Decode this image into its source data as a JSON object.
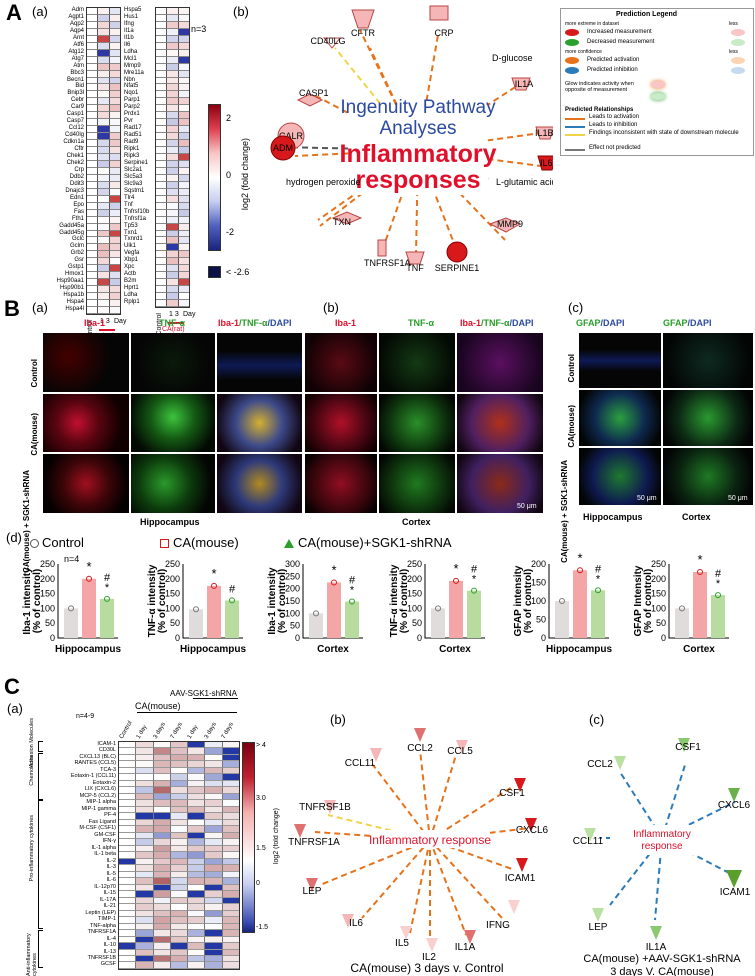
{
  "panelA": {
    "letter": "A",
    "sub_a": "(a)",
    "sub_b": "(b)",
    "n_label": "n=3",
    "genes_col1": [
      "Adm",
      "Agpt1",
      "Aqp2",
      "Aqp4",
      "Arnt",
      "Atf6",
      "Atg12",
      "Atg7",
      "Atm",
      "Bbc3",
      "Becn1",
      "Bid",
      "Bnip3l",
      "Cebr",
      "Car9",
      "Casp1",
      "Casp7",
      "Ccl12",
      "Cd40lg",
      "Cdkn1a",
      "Cftr",
      "Chek1",
      "Chek2",
      "Crp",
      "Ddb2",
      "Ddit3",
      "Dnajc3",
      "Edn1",
      "Epo",
      "Fas",
      "Fth1",
      "Gadd45a",
      "Gadd45g",
      "Gclc",
      "Gclm",
      "Grb2",
      "Gsr",
      "Gstp1",
      "Hmox1",
      "Hsp90aa1",
      "Hsp90b1",
      "Hspa1b",
      "Hspa4",
      "Hspa4l"
    ],
    "genes_col2": [
      "Hspa5",
      "Hus1",
      "Ifng",
      "Il1a",
      "Il1b",
      "Il6",
      "Ldha",
      "Mcl1",
      "Mmp9",
      "Mre11a",
      "Nbn",
      "Nfat5",
      "Nqo1",
      "Parp1",
      "Parp2",
      "Prdx1",
      "Pvr",
      "Rad17",
      "Rad51",
      "Rad9",
      "Ripk1",
      "Ripk3",
      "Serpine1",
      "Slc2a1",
      "Slc5a3",
      "Slc9a3",
      "Sqstm1",
      "Tlr4",
      "Tnf",
      "Tnfrsf10b",
      "Tnfrsf1a",
      "Tp53",
      "Txn1",
      "Txnrd1",
      "Ulk1",
      "Vegfa",
      "Xbp1",
      "Xpc",
      "Actb",
      "B2m",
      "Hprt1",
      "Ldha",
      "Rplp1"
    ],
    "x_control": "Control",
    "x_days": "1 3",
    "x_day_label": "Day",
    "x_group": "CA(rat)",
    "scale_ticks": [
      "2",
      "0",
      "-2",
      "< -2.6"
    ],
    "scale_title": "log2 (fold change)",
    "ipa_title1": "Ingenuity Pathway",
    "ipa_title2": "Analyses",
    "ipa_center": "Inflammatory responses",
    "ipa_nodes": [
      "CFTR",
      "CRP",
      "CD40LG",
      "D-glucose",
      "CASP1",
      "IL1A",
      "CALR",
      "IL1B",
      "ADM",
      "IL6",
      "hydrogen peroxide",
      "L-glutamic acid",
      "TXN",
      "MMP9",
      "TNFRSF1A",
      "TNF",
      "SERPINE1"
    ],
    "legend": {
      "title": "Prediction Legend",
      "more_extreme": "more extreme in dataset",
      "less": "less",
      "inc": "Increased measurement",
      "dec": "Decreased measurement",
      "more_conf": "more confidence",
      "less2": "less",
      "pact": "Predicted activation",
      "pinh": "Predicted inhibition",
      "glow": "Glow indicates activity when opposite of measurement",
      "rel_title": "Predicted Relationships",
      "r1": "Leads to activation",
      "r2": "Leads to inhibition",
      "r3": "Findings inconsistent with state of downstream molecule",
      "r4": "Effect not predicted"
    }
  },
  "panelB": {
    "letter": "B",
    "sub_a": "(a)",
    "sub_b": "(b)",
    "sub_c": "(c)",
    "sub_d": "(d)",
    "col_iba": "Iba-1",
    "col_tnf": "TNF-α",
    "col_merge_a": "Iba-1",
    "col_merge_b": "/TNF-α",
    "col_merge_c": "/DAPI",
    "col_gfap": "GFAP",
    "col_dapi": "/DAPI",
    "row_control": "Control",
    "row_ca": "CA(mouse)",
    "row_ca_shrna": "CA(mouse) + SGK1-shRNA",
    "region_hippo": "Hippocampus",
    "region_cortex": "Cortex",
    "scale_bar": "50 μm",
    "legend_control": "Control",
    "legend_ca": "CA(mouse)",
    "legend_shrna": "CA(mouse)+SGK1-shRNA",
    "n_label": "n=4",
    "charts": [
      {
        "ylabel": "Iba-1 intensity",
        "ylabel2": "(% of control)",
        "xlabel": "Hippocampus",
        "ylim": [
          0,
          250
        ],
        "ticks": [
          "0",
          "50",
          "100",
          "150",
          "200",
          "250"
        ],
        "values": [
          100,
          200,
          132
        ],
        "sig_ca": "*",
        "sig_shrna": "#\n*"
      },
      {
        "ylabel": "TNF-α intensity",
        "ylabel2": "(% of control)",
        "xlabel": "Hippocampus",
        "ylim": [
          0,
          250
        ],
        "ticks": [
          "0",
          "50",
          "100",
          "150",
          "200",
          "250"
        ],
        "values": [
          97,
          176,
          127
        ],
        "sig_ca": "*",
        "sig_shrna": "#"
      },
      {
        "ylabel": "Iba-1 intensity",
        "ylabel2": "(% of control)",
        "xlabel": "Cortex",
        "ylim": [
          0,
          300
        ],
        "ticks": [
          "0",
          "50",
          "100",
          "150",
          "200",
          "250",
          "300"
        ],
        "values": [
          100,
          225,
          148
        ],
        "sig_ca": "*",
        "sig_shrna": "#\n*"
      },
      {
        "ylabel": "TNF-α intensity",
        "ylabel2": "(% of control)",
        "xlabel": "Cortex",
        "ylim": [
          0,
          250
        ],
        "ticks": [
          "0",
          "50",
          "100",
          "150",
          "200",
          "250"
        ],
        "values": [
          100,
          193,
          160
        ],
        "sig_ca": "*",
        "sig_shrna": "#\n*"
      },
      {
        "ylabel": "GFAP intensity",
        "ylabel2": "(% of control)",
        "xlabel": "Hippocampus",
        "ylim": [
          0,
          200
        ],
        "ticks": [
          "0",
          "50",
          "100",
          "150",
          "200"
        ],
        "values": [
          100,
          183,
          129
        ],
        "sig_ca": "*",
        "sig_shrna": "#\n*"
      },
      {
        "ylabel": "GFAP Intensity",
        "ylabel2": "(% of control)",
        "xlabel": "Cortex",
        "ylim": [
          0,
          250
        ],
        "ticks": [
          "0",
          "50",
          "100",
          "150",
          "200",
          "250"
        ],
        "values": [
          100,
          223,
          145
        ],
        "sig_ca": "*",
        "sig_shrna": "#\n*"
      }
    ]
  },
  "panelC": {
    "letter": "C",
    "sub_a": "(a)",
    "sub_b": "(b)",
    "sub_c": "(c)",
    "n_label": "n=4-9",
    "aav": "AAV-SGK1-shRNA",
    "ca_group": "CA(mouse)",
    "col_labels": [
      "Control",
      "1 day",
      "3 days",
      "7 days",
      "1 day",
      "3 days",
      "7 days"
    ],
    "groups": [
      "Adhesion Molecules",
      "Chemokines",
      "Pro-inflammatory cytokines",
      "Anti-inflammatory cytokines"
    ],
    "rows": [
      "ICAM-1",
      "CD30L",
      "CXCL13 (BLC)",
      "RANTES (CCL5)",
      "TCA-3",
      "Eotaxin-1 (CCL11)",
      "Eotaxin-2",
      "LIX (CXCL6)",
      "MCP-5 (CCL2)",
      "MIP-1 alpha",
      "MIP-1 gamma",
      "PF-4",
      "Fas Ligand",
      "M-CSF (CSF1)",
      "GM-CSF",
      "IFN-γ",
      "IL-1 alpha",
      "IL-1 beta",
      "IL-2",
      "IL-3",
      "IL-5",
      "IL-6",
      "IL-12p70",
      "IL-15",
      "IL-17A",
      "IL-21",
      "Leptin (LEP)",
      "TIMP-1",
      "TNF-alpha",
      "TNFRSF1A",
      "IL-4",
      "IL-10",
      "IL-13",
      "TNFRSF1B",
      "GCSF"
    ],
    "scale_ticks": [
      "> 4",
      "3.0",
      "1.5",
      "0",
      "-1.5"
    ],
    "scale_title": "log2 (fold change)",
    "net_b_center": "Inflammatory response",
    "net_b_nodes": [
      "CCL2",
      "CCL5",
      "CCL11",
      "CSF1",
      "TNFRSF1B",
      "CXCL6",
      "TNFRSF1A",
      "ICAM1",
      "LEP",
      "IFNG",
      "IL6",
      "IL5",
      "IL2",
      "IL1A"
    ],
    "net_b_caption": "CA(mouse) 3 days v. Control",
    "net_c_center": "Inflammatory response",
    "net_c_nodes": [
      "CCL2",
      "CSF1",
      "CCL11",
      "CXCL6",
      "ICAM1",
      "LEP",
      "IL1A"
    ],
    "net_c_caption1": "CA(mouse) +AAV-SGK1-shRNA",
    "net_c_caption2": "3 days V. CA(mouse)"
  },
  "colors": {
    "red": "#d7191c",
    "lightred": "#f4a6a6",
    "green": "#2ca02c",
    "orange": "#e6731b",
    "blue": "#2b7bba",
    "navy": "#1a237e"
  }
}
